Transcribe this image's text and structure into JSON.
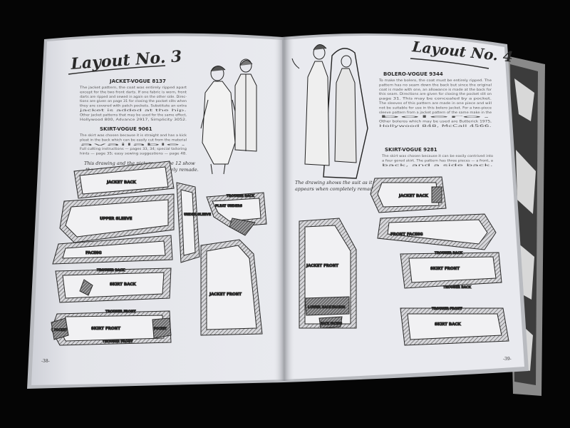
{
  "left_page": {
    "title": "Layout No. 3",
    "jacket_heading": "JACKET-VOGUE 8137",
    "jacket_body": [
      "The jacket pattern, the coat was entirely ripped apart",
      "except for the two front darts. If one fabric is worn, front",
      "darts are ripped and sewed in again on the other side. Direc-",
      "tions are given on page 31 for closing the pocket slits when",
      "they are covered with patch pockets. Substitute an extra",
      "jacket is added at the hip.",
      "Other jacket patterns that may be used for the same effect,",
      "Hollywood 800, Advance 2917, Simplicity 3052."
    ],
    "skirt_heading": "SKIRT-VOGUE 9061",
    "skirt_body": [
      "The skirt was chosen because it is straight and has a kick",
      "pleat in the back which can be easily cut from the material",
      "available.",
      "Full cutting instructions — pages 33, 34; special tailoring",
      "hints — page 35; easy sewing suggestions — page 48."
    ],
    "caption": [
      "This drawing and the picture on page 12 show",
      "the suit as it appears when completely remade."
    ],
    "page_number": "-38-",
    "pieces": [
      "JACKET BACK",
      "UPPER SLEEVE",
      "FACING",
      "UNDER SLEEVE",
      "TROUSER BACK",
      "PLEAT UNDERS",
      "TROUSER BACK",
      "SKIRT BACK",
      "JACKET FRONT",
      "TROUSER FRONT",
      "SKIRT FRONT",
      "POCKET",
      "POCKET",
      "TROUSER FRONT"
    ]
  },
  "right_page": {
    "title": "Layout No. 4",
    "bolero_heading": "BOLERO-VOGUE 9344",
    "bolero_body": [
      "To make the bolero, the coat must be entirely ripped. The",
      "pattern has no seam down the back but since the original",
      "coat is made with one, an allowance is made at the back for",
      "this seam. Directions are given for closing the pocket slit on",
      "page 31. This may be concealed by a pocket.",
      "The sleeves of this pattern are made in one piece and will",
      "not be suitable for use in this bolero jacket. For a two-piece",
      "sleeve pattern from a jacket pattern of the same make in the",
      "bolero.",
      "Other boleros which may be used are Butterick 1975,",
      "Hollywood 848, McCall 4566."
    ],
    "skirt_heading": "SKIRT-VOGUE 9281",
    "skirt_body": [
      "The skirt was chosen because it can be easily contrived into",
      "a four gored skirt. The pattern has three pieces — a front, a",
      "back, and a side back."
    ],
    "caption": [
      "The drawing shows the suit as it",
      "appears when completely remade."
    ],
    "page_number": "-39-",
    "pieces": [
      "JACKET BACK",
      "FRONT FACING",
      "TROUSER BACK",
      "SKIRT FRONT",
      "TROUSER BACK",
      "JACKET FRONT",
      "LOWER BACK",
      "FACING",
      "BACK FACING",
      "TROUSER FRONT",
      "SKIRT BACK"
    ]
  },
  "colors": {
    "background": "#050505",
    "page": "#e7e8ed",
    "piece_fill": "#f1f1f3",
    "hatch": "#6b6b6b",
    "ink": "#2a2a2a"
  }
}
